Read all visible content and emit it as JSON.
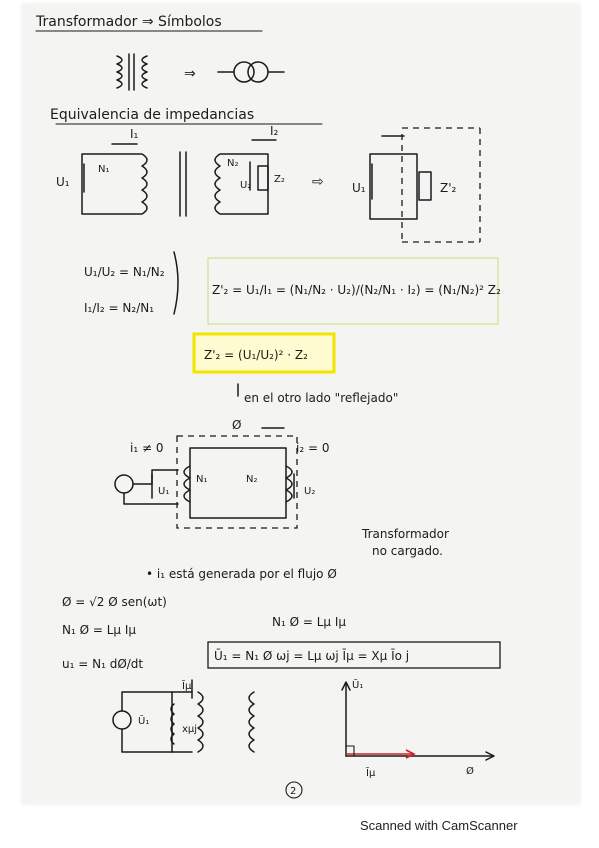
{
  "notes": {
    "title_transformer": "Transformador ⇒ Símbolos",
    "title_impedance": "Equivalencia de impedancias",
    "labels": {
      "I1": "I₁",
      "I2": "I₂",
      "N1": "N₁",
      "N2": "N₂",
      "U1": "U₁",
      "U2": "U₂",
      "Z2": "Z₂",
      "Z2p": "Z'₂",
      "phi": "Ø"
    },
    "ratio_u": "U₁/U₂ = N₁/N₂",
    "ratio_i": "I₁/I₂ = N₂/N₁",
    "z_derivation": "Z'₂ = U₁/I₁ = (N₁/N₂ · U₂)/(N₂/N₁ · I₂) = (N₁/N₂)² Z₂",
    "boxed_formula": "Z'₂ = (U₁/U₂)² · Z₂",
    "reflected_note": "en el otro lado \"reflejado\"",
    "i1_label": "i₁ ≠ 0",
    "i2_label": "i₂ = 0",
    "unloaded_note_1": "Transformador",
    "unloaded_note_2": "no cargado.",
    "flux_note": "• i₁ está generada por el flujo Ø",
    "eq_1": "Ø = √2 Ø sen(ωt)",
    "eq_2": "N₁ Ø = Lμ Iμ",
    "eq_3": "N₁ Ø = Lμ Iμ",
    "eq_4": "u₁ = N₁ dØ/dt",
    "boxed_eq": "Ū₁ = N₁ Ø ωj = Lμ ωj Īμ = Xμ Īo j",
    "bottom_labels": {
      "U1": "Ū₁",
      "Imu": "Īμ",
      "xmuj": "xμj",
      "phi": "Ø"
    },
    "page_number": "2"
  },
  "footer": {
    "scanner": "Scanned with CamScanner"
  },
  "colors": {
    "ink": "#1a1a1a",
    "red": "#d0222b",
    "highlight": "#f0e400",
    "paper": "#f4f4f2"
  }
}
